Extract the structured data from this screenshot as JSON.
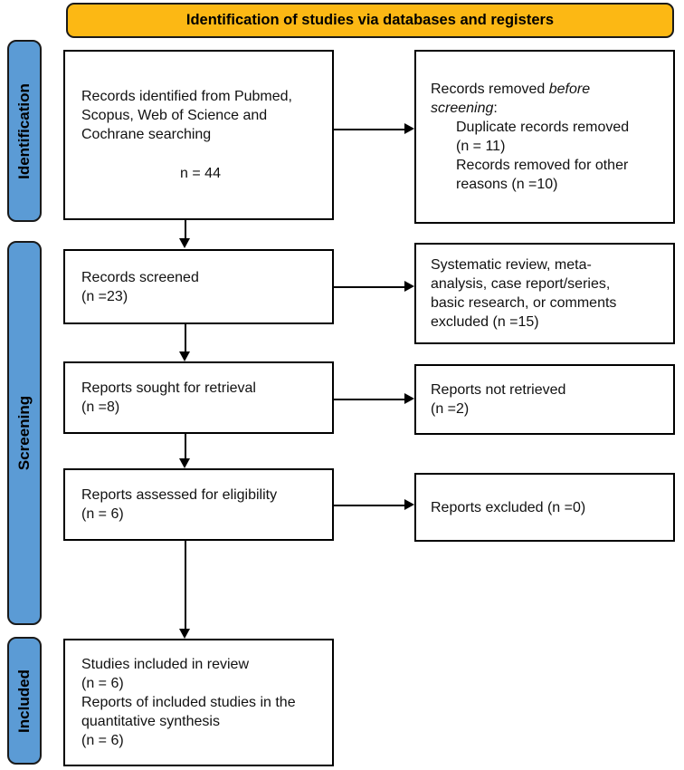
{
  "title": "Identification of studies via databases and registers",
  "colors": {
    "header_bg": "#FCB814",
    "stage_bg": "#5B9BD5",
    "box_bg": "#FFFFFF",
    "border": "#000000"
  },
  "stages": [
    {
      "label": "Identification"
    },
    {
      "label": "Screening"
    },
    {
      "label": "Included"
    }
  ],
  "boxes": {
    "identified": {
      "text": "Records identified from Pubmed,\nScopus, Web of Science and\nCochrane searching",
      "n": "n = 44"
    },
    "removed": {
      "line1": "Records removed ",
      "line1_italic": "before",
      "line2_italic": "screening",
      "line2_colon": ":",
      "items": [
        "Duplicate records removed\n(n = 11)",
        "Records removed for other\nreasons (n =10)"
      ]
    },
    "screened": {
      "text": "Records screened\n(n =23)"
    },
    "screening_excluded": {
      "text": "Systematic review, meta-\nanalysis, case report/series,\nbasic research, or comments\nexcluded (n =15)"
    },
    "sought": {
      "text": "Reports sought for retrieval\n(n =8)"
    },
    "not_retrieved": {
      "text": "Reports not retrieved\n(n =2)"
    },
    "assessed": {
      "text": "Reports assessed for eligibility\n(n = 6)"
    },
    "eligibility_excluded": {
      "text": "Reports excluded (n =0)"
    },
    "included": {
      "text": "Studies included in review\n(n = 6)\nReports of included studies in the\nquantitative synthesis\n(n = 6)"
    }
  }
}
